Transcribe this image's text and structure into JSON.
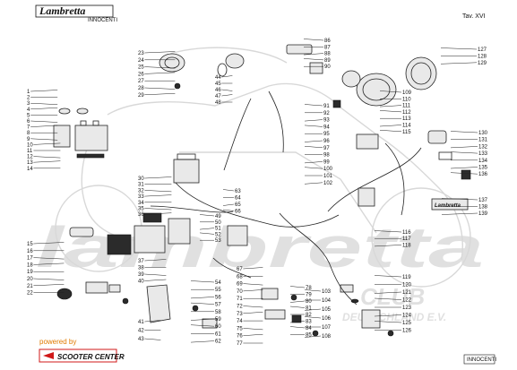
{
  "header": {
    "brand": "Lambretta",
    "brand_sub": "INNOCENTI",
    "plate": "Tav. XVI"
  },
  "watermark": {
    "text": "lambretta",
    "club_left": "CLUB",
    "club_right": "DEUTSCHLAND E.V."
  },
  "footer": {
    "powered_by": "powered by",
    "sponsor": "SCOOTER CENTER",
    "maker_mark": "INNOCENTI"
  },
  "callouts": {
    "left_column": [
      "1",
      "2",
      "3",
      "4",
      "5",
      "6",
      "7",
      "8",
      "9",
      "10",
      "11",
      "12",
      "13",
      "14"
    ],
    "lower_left_column": [
      "15",
      "16",
      "17",
      "18",
      "19",
      "20",
      "21",
      "22"
    ],
    "top_column_a": [
      "23",
      "24",
      "25",
      "26",
      "27",
      "28",
      "29"
    ],
    "centre_column_a": [
      "30",
      "31",
      "32",
      "33",
      "34",
      "35",
      "36"
    ],
    "centre_column_b": [
      "37",
      "38",
      "39",
      "40"
    ],
    "bottom_pair": [
      "41",
      "42",
      "43"
    ],
    "top_column_b": [
      "44",
      "45",
      "46",
      "47",
      "48"
    ],
    "centre_column_c": [
      "49",
      "50",
      "51",
      "52",
      "53"
    ],
    "lower_centre_column": [
      "54",
      "55",
      "56",
      "57",
      "58",
      "59",
      "60",
      "61",
      "62"
    ],
    "centre_column_d": [
      "63",
      "64",
      "65",
      "66"
    ],
    "lower_column_e": [
      "67",
      "68",
      "69",
      "70",
      "71",
      "72",
      "73",
      "74",
      "75",
      "76",
      "77"
    ],
    "lower_column_f": [
      "78",
      "79",
      "80",
      "81",
      "82",
      "83",
      "84",
      "85"
    ],
    "top_column_c": [
      "86",
      "87",
      "88",
      "89",
      "90"
    ],
    "centre_column_g": [
      "91",
      "92",
      "93",
      "94",
      "95",
      "96",
      "97",
      "98",
      "99",
      "100",
      "101",
      "102"
    ],
    "lower_column_h": [
      "103",
      "104",
      "105",
      "106",
      "107",
      "108"
    ],
    "top_column_d": [
      "109",
      "110",
      "111",
      "112",
      "113",
      "114",
      "115"
    ],
    "centre_column_i": [
      "116",
      "117",
      "118"
    ],
    "lower_column_j": [
      "119",
      "120",
      "121",
      "122",
      "123",
      "124",
      "125",
      "126"
    ],
    "top_right_column": [
      "127",
      "128",
      "129"
    ],
    "right_column": [
      "130",
      "131",
      "132",
      "133",
      "134",
      "135",
      "136"
    ],
    "right_column_b": [
      "137",
      "138",
      "139"
    ]
  }
}
